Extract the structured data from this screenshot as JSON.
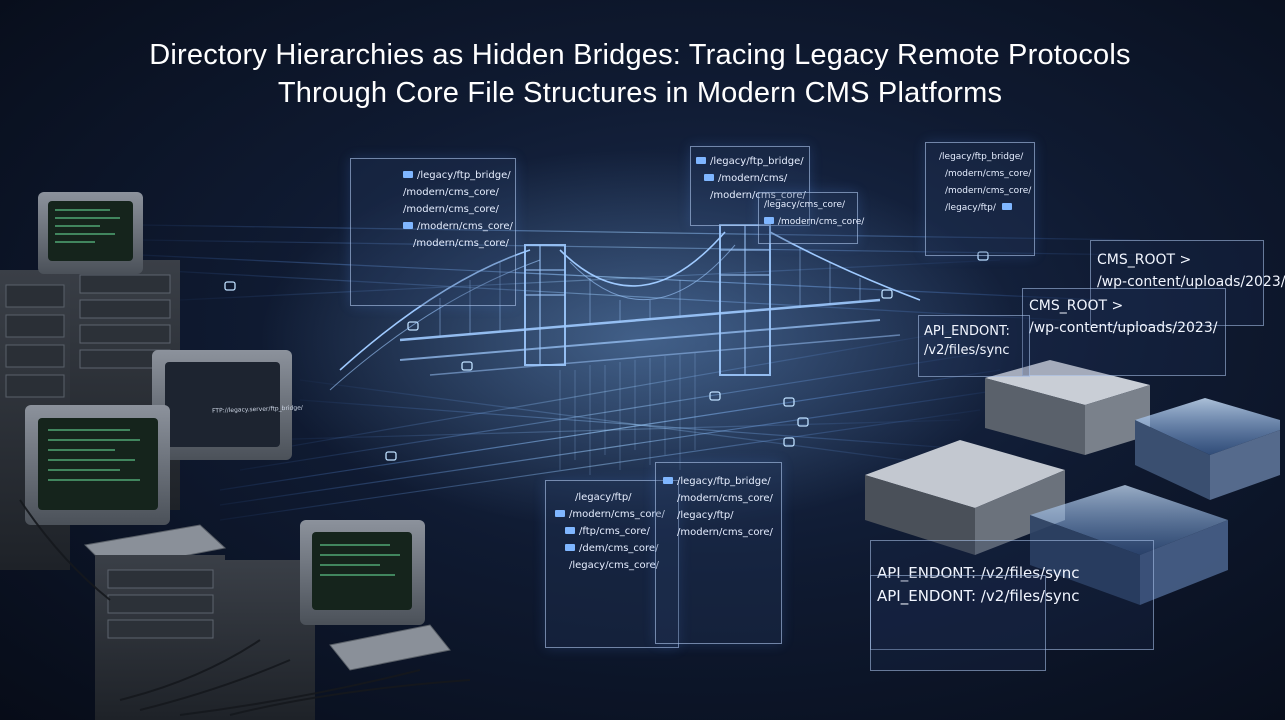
{
  "title": {
    "line1": "Directory Hierarchies as Hidden Bridges: Tracing Legacy Remote Protocols",
    "line2": "Through Core File Structures in Modern CMS Platforms"
  },
  "panels": {
    "top_left": [
      "/legacy/ftp_bridge/",
      "/modern/cms_core/",
      "/modern/cms_core/",
      "/modern/cms_core/",
      "/modern/cms_core/"
    ],
    "top_center": [
      "/legacy/ftp_bridge/",
      "/modern/cms/",
      "/modern/cms_core/"
    ],
    "top_center_small": [
      "/legacy/cms_core/",
      "/modern/cms_core/"
    ],
    "top_right": [
      "/legacy/ftp_bridge/",
      "/modern/cms_core/",
      "/modern/cms_core/",
      "/legacy/ftp/"
    ],
    "bottom_left": [
      "/legacy/ftp/",
      "/modern/cms_core/",
      "/ftp/cms_core/",
      "/dem/cms_core/",
      "/legacy/cms_core/"
    ],
    "bottom_center": [
      "/legacy/ftp_bridge/",
      "/modern/cms_core/",
      "/legacy/ftp/",
      "/modern/cms_core/"
    ]
  },
  "labels": {
    "cms_root_1": [
      "CMS_ROOT >",
      "/wp-content/uploads/2023/"
    ],
    "cms_root_2": [
      "CMS_ROOT >",
      "/wp-content/uploads/2023/"
    ],
    "api_endpoint_top": [
      "API_ENDONT:",
      "/v2/files/sync"
    ],
    "api_endpoint_bottom_1": "API_ENDONT: /v2/files/sync",
    "api_endpoint_bottom_2": "API_ENDONT: /v2/files/sync",
    "monitor_text": "FTP://legacy.server/ftp_bridge/"
  },
  "colors": {
    "accent": "#6fb0ff",
    "glow": "#9fd0ff",
    "screen": "#1d3a2c"
  }
}
